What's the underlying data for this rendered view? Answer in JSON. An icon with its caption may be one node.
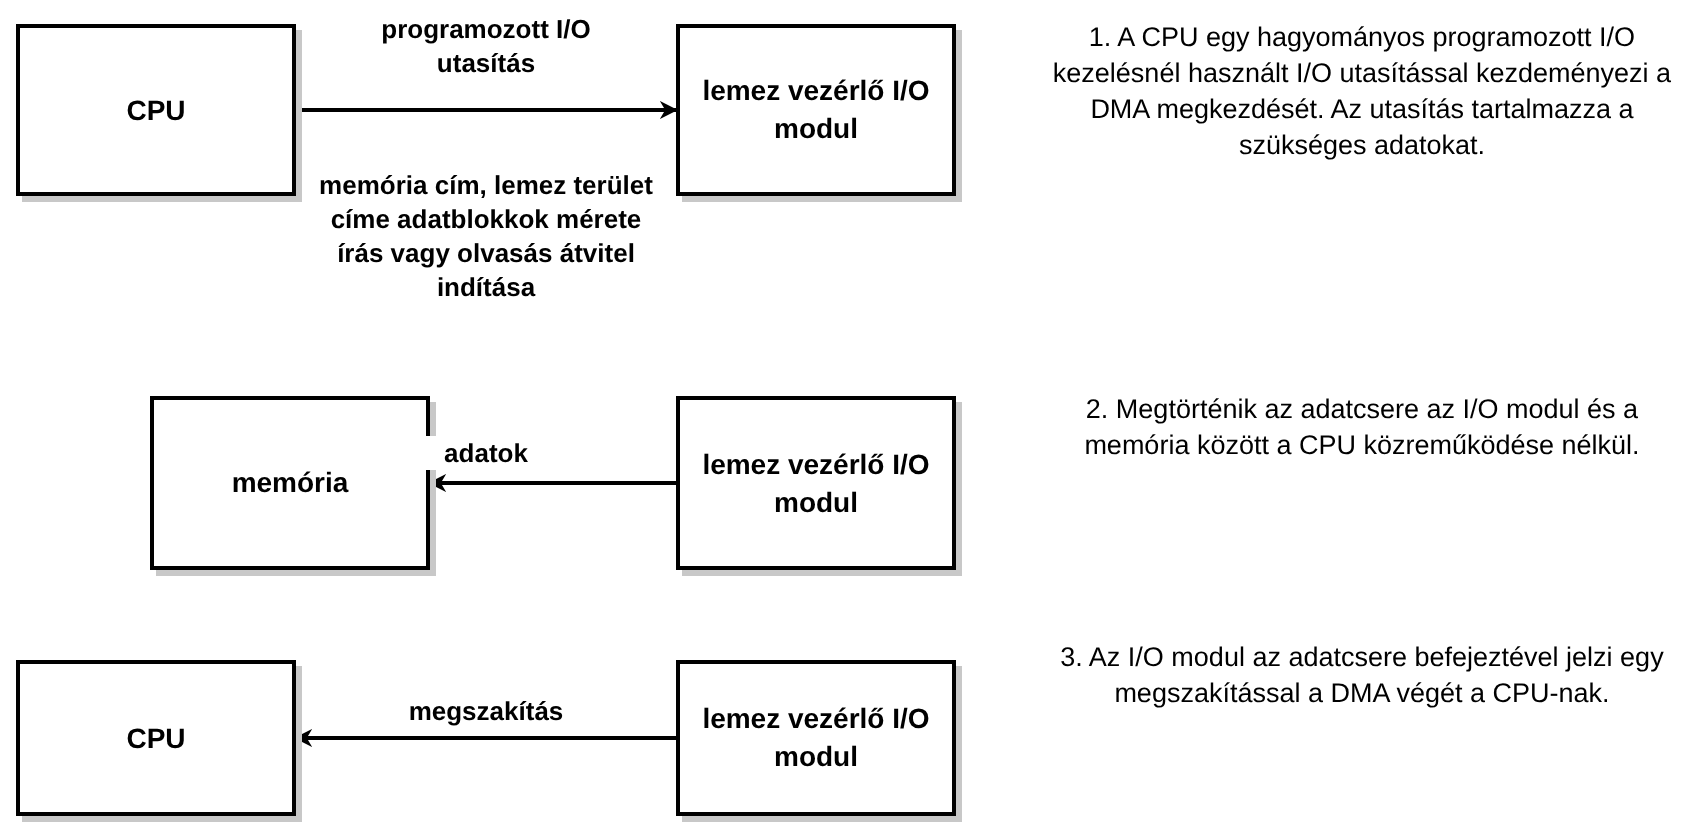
{
  "diagram": {
    "nodes": [
      {
        "text": [
          "CPU"
        ]
      },
      {
        "text": [
          "lemez vezérlő I/O modul"
        ]
      },
      {
        "text": [
          "memória"
        ]
      },
      {
        "text": [
          "lemez vezérlő I/O modul"
        ]
      },
      {
        "text": [
          "CPU"
        ]
      },
      {
        "text": [
          "lemez vezérlő I/O modul"
        ]
      }
    ],
    "edges": [
      {
        "from": 0,
        "to": 1,
        "arrow": "to",
        "label": "programozott I/O utasítás"
      },
      {
        "from": 3,
        "to": 2,
        "arrow": "to",
        "label": "adatok"
      },
      {
        "from": 5,
        "to": 4,
        "arrow": "to",
        "label": "megszakítás"
      }
    ],
    "labels": [
      "memória cím, lemez terület címe adatblokkok mérete írás vagy olvasás átvitel indítása",
      "1. A CPU egy hagyományos programozott I/O kezelésnél használt I/O utasítással kezdeményezi a DMA megkezdését. Az utasítás tartalmazza a szükséges adatokat.",
      "2. Megtörténik az adatcsere az I/O modul és a memória között a CPU közreműködése nélkül.",
      "3. Az I/O modul az adatcsere befejeztével jelzi egy megszakítással a DMA végét a CPU-nak."
    ]
  }
}
